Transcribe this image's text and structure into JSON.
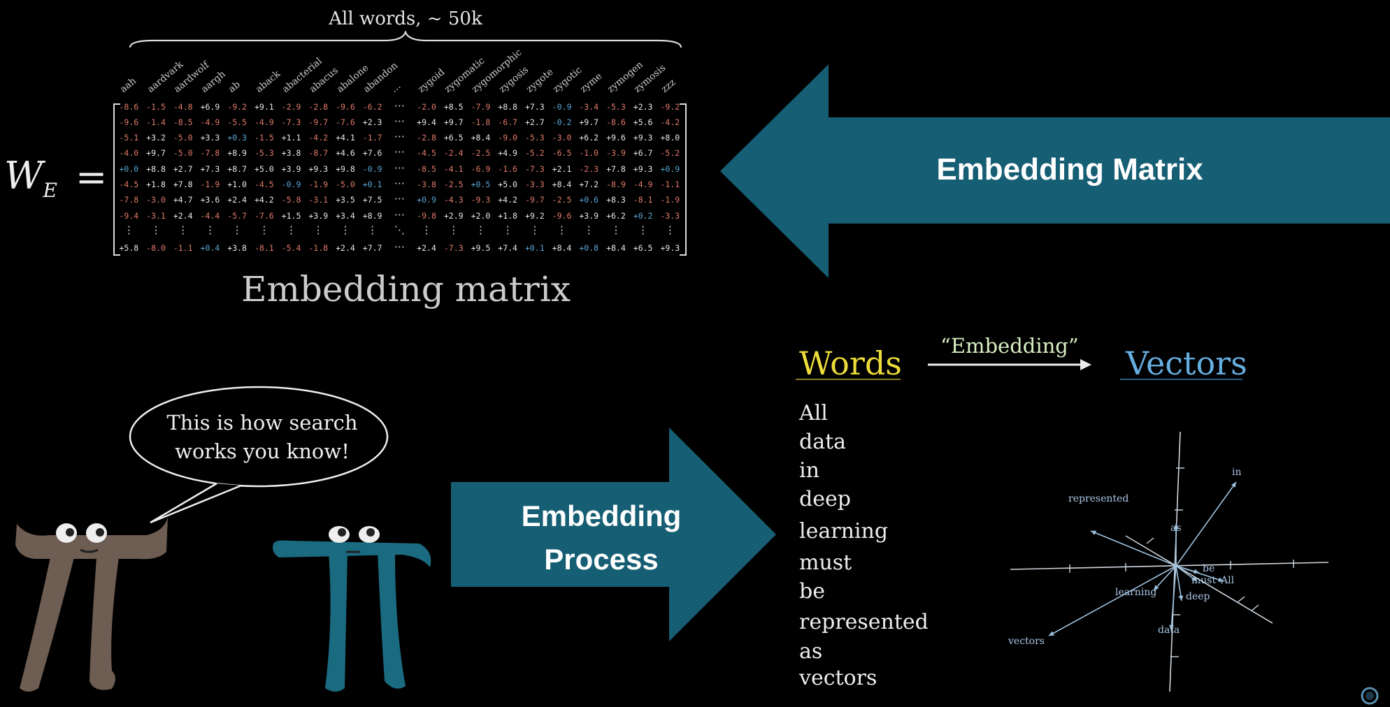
{
  "matrix": {
    "top_label": "All words,  ~ 50k",
    "symbol": "W",
    "symbol_sub": "E",
    "equals": "=",
    "columns": [
      "aah",
      "aardvark",
      "aardwolf",
      "aargh",
      "ab",
      "aback",
      "abacterial",
      "abacus",
      "abalone",
      "abandon",
      "…",
      "zygoid",
      "zygomatic",
      "zygomorphic",
      "zygosis",
      "zygote",
      "zygotic",
      "zyme",
      "zymogen",
      "zymosis",
      "zzz"
    ],
    "rows": [
      [
        "-8.6",
        "-1.5",
        "-4.8",
        "+6.9",
        "-9.2",
        "+9.1",
        "-2.9",
        "-2.8",
        "-9.6",
        "-6.2",
        "⋯",
        "-2.0",
        "+8.5",
        "-7.9",
        "+8.8",
        "+7.3",
        "-0.9",
        "-3.4",
        "-5.3",
        "+2.3",
        "-9.2"
      ],
      [
        "-9.6",
        "-1.4",
        "-8.5",
        "-4.9",
        "-5.5",
        "-4.9",
        "-7.3",
        "-9.7",
        "-7.6",
        "+2.3",
        "⋯",
        "+9.4",
        "+9.7",
        "-1.8",
        "-6.7",
        "+2.7",
        "-0.2",
        "+9.7",
        "-8.6",
        "+5.6",
        "-4.2"
      ],
      [
        "-5.1",
        "+3.2",
        "-5.0",
        "+3.3",
        "+0.3",
        "-1.5",
        "+1.1",
        "-4.2",
        "+4.1",
        "-1.7",
        "⋯",
        "-2.8",
        "+6.5",
        "+8.4",
        "-9.0",
        "-5.3",
        "-3.0",
        "+6.2",
        "+9.6",
        "+9.3",
        "+8.0"
      ],
      [
        "-4.0",
        "+9.7",
        "-5.0",
        "-7.8",
        "+8.9",
        "-5.3",
        "+3.8",
        "-8.7",
        "+4.6",
        "+7.6",
        "⋯",
        "-4.5",
        "-2.4",
        "-2.5",
        "+4.9",
        "-5.2",
        "-6.5",
        "-1.0",
        "-3.9",
        "+6.7",
        "-5.2"
      ],
      [
        "+0.0",
        "+8.8",
        "+2.7",
        "+7.3",
        "+8.7",
        "+5.0",
        "+3.9",
        "+9.3",
        "+9.8",
        "-0.9",
        "⋯",
        "-8.5",
        "-4.1",
        "-6.9",
        "-1.6",
        "-7.3",
        "+2.1",
        "-2.3",
        "+7.8",
        "+9.3",
        "+0.9"
      ],
      [
        "-4.5",
        "+1.8",
        "+7.8",
        "-1.9",
        "+1.0",
        "-4.5",
        "-0.9",
        "-1.9",
        "-5.0",
        "+0.1",
        "⋯",
        "-3.8",
        "-2.5",
        "+0.5",
        "+5.0",
        "-3.3",
        "+8.4",
        "+7.2",
        "-8.9",
        "-4.9",
        "-1.1"
      ],
      [
        "-7.8",
        "-3.0",
        "+4.7",
        "+3.6",
        "+2.4",
        "+4.2",
        "-5.8",
        "-3.1",
        "+3.5",
        "+7.5",
        "⋯",
        "+0.9",
        "-4.3",
        "-9.3",
        "+4.2",
        "-9.7",
        "-2.5",
        "+0.6",
        "+8.3",
        "-8.1",
        "-1.9"
      ],
      [
        "-9.4",
        "-3.1",
        "+2.4",
        "-4.4",
        "-5.7",
        "-7.6",
        "+1.5",
        "+3.9",
        "+3.4",
        "+8.9",
        "⋯",
        "-9.8",
        "+2.9",
        "+2.0",
        "+1.8",
        "+9.2",
        "-9.6",
        "+3.9",
        "+6.2",
        "+0.2",
        "-3.3"
      ],
      [
        "⋮",
        "⋮",
        "⋮",
        "⋮",
        "⋮",
        "⋮",
        "⋮",
        "⋮",
        "⋮",
        "⋮",
        "⋱",
        "⋮",
        "⋮",
        "⋮",
        "⋮",
        "⋮",
        "⋮",
        "⋮",
        "⋮",
        "⋮",
        "⋮"
      ],
      [
        "+5.8",
        "-8.0",
        "-1.1",
        "+0.4",
        "+3.8",
        "-8.1",
        "-5.4",
        "-1.8",
        "+2.4",
        "+7.7",
        "⋯",
        "+2.4",
        "-7.3",
        "+9.5",
        "+7.4",
        "+0.1",
        "+8.4",
        "+0.8",
        "+8.4",
        "+6.5",
        "+9.3"
      ]
    ],
    "caption": "Embedding matrix"
  },
  "arrows": {
    "matrix_label": "Embedding Matrix",
    "process_label_line1": "Embedding",
    "process_label_line2": "Process",
    "color": "#165e73"
  },
  "speech": {
    "line1": "This is how search",
    "line2": "works you know!"
  },
  "characters": {
    "left_color": "#6e5d52",
    "right_color": "#1a6a80"
  },
  "embedding": {
    "words_head": "Words",
    "vectors_head": "Vectors",
    "arrow_label": "“Embedding”",
    "words": [
      "All",
      "data",
      "in",
      "deep",
      "learning",
      "must",
      "be",
      "represented",
      "as",
      "vectors"
    ],
    "vector_labels": [
      "represented",
      "in",
      "as",
      "be",
      "must",
      "All",
      "learning",
      "deep",
      "data",
      "vectors"
    ]
  },
  "colors": {
    "positive": "#e9e9e9",
    "negative": "#e07a6a",
    "small": "#5aa6d6",
    "words": "#ecdd3a",
    "vectors": "#66aee0"
  }
}
